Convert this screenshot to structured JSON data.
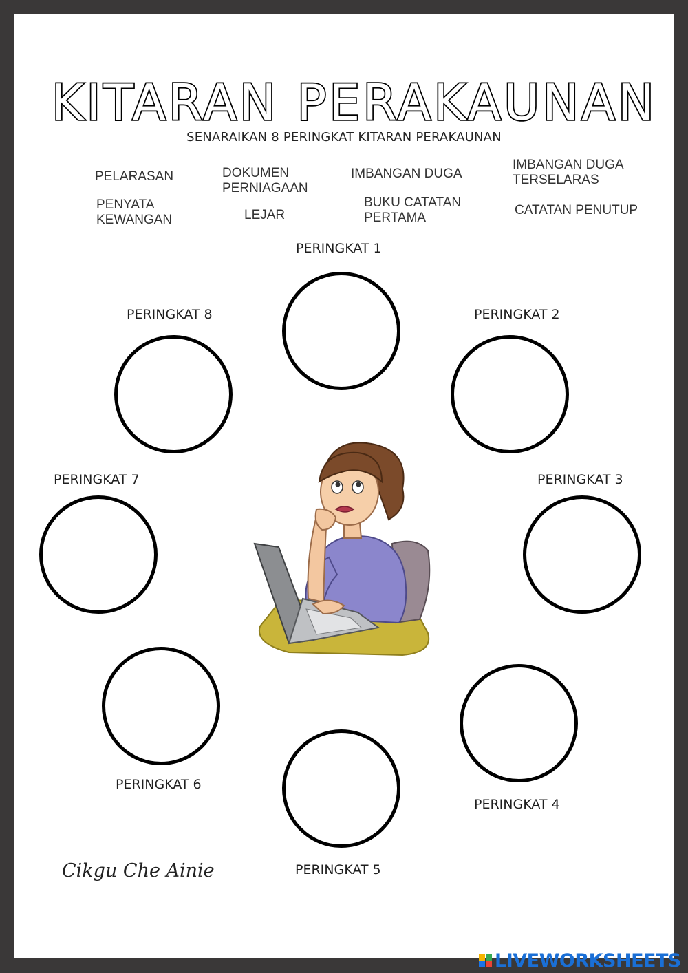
{
  "title": "KITARAN PERAKAUNAN",
  "subtitle": "SENARAIKAN 8 PERINGKAT KITARAN PERAKAUNAN",
  "options": [
    "PELARASAN",
    "DOKUMEN\nPERNIAGAAN",
    "IMBANGAN DUGA",
    "IMBANGAN DUGA\nTERSELARAS",
    "PENYATA\nKEWANGAN",
    "LEJAR",
    "BUKU CATATAN\nPERTAMA",
    "CATATAN PENUTUP"
  ],
  "stages": [
    "PERINGKAT 1",
    "PERINGKAT 2",
    "PERINGKAT 3",
    "PERINGKAT 4",
    "PERINGKAT 5",
    "PERINGKAT 6",
    "PERINGKAT 7",
    "PERINGKAT 8"
  ],
  "signature": "Cikgu Che Ainie",
  "branding": {
    "text": "LIVEWORKSHEETS",
    "logo_colors": [
      "#f4b400",
      "#34a853",
      "#1a73e8",
      "#ea4335"
    ]
  },
  "illustration": "woman-at-laptop-illustration"
}
